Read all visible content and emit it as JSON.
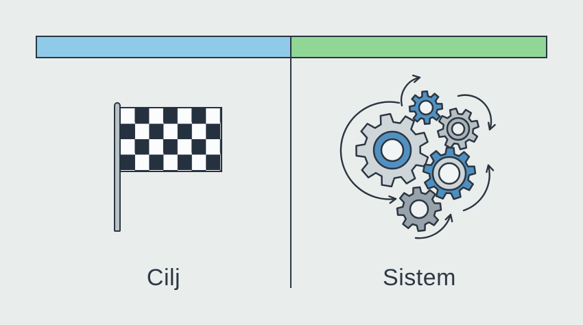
{
  "columns": [
    {
      "id": "cilj",
      "label": "Cilj",
      "header_color": "#8fcbe9",
      "icon": "checkered-flag-icon"
    },
    {
      "id": "sistem",
      "label": "Sistem",
      "header_color": "#90d795",
      "icon": "gears-cycle-icon"
    }
  ],
  "palette": {
    "background": "#e9edec",
    "outline": "#2b3540",
    "bar_blue": "#8fcbe9",
    "bar_green": "#90d795",
    "flag_dark": "#263140",
    "flag_white": "#fbfcfd",
    "pole_gray": "#b9c2c6",
    "gear_blue": "#5191c1",
    "gear_blue_deep": "#4e8fc0",
    "gear_gray_light": "#ced6da",
    "gear_gray_mid": "#b6bfc4",
    "gear_gray_dark": "#97a2aa",
    "gear_center": "#f2f5f5",
    "text": "#2d3944"
  }
}
